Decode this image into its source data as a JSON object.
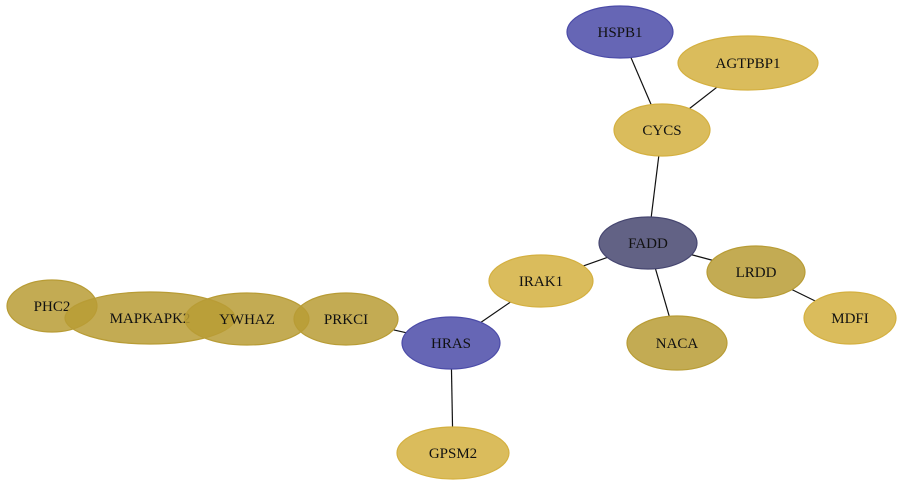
{
  "colors": {
    "gold": "#d4b040",
    "gold_muted": "#b89c35",
    "blue": "#4b4ba8",
    "slate_blue": "#464670"
  },
  "nodes": [
    {
      "id": "HSPB1",
      "label": "HSPB1",
      "color": "blue"
    },
    {
      "id": "AGTPBP1",
      "label": "AGTPBP1",
      "color": "gold"
    },
    {
      "id": "CYCS",
      "label": "CYCS",
      "color": "gold"
    },
    {
      "id": "FADD",
      "label": "FADD",
      "color": "slate_blue"
    },
    {
      "id": "LRDD",
      "label": "LRDD",
      "color": "gold_muted"
    },
    {
      "id": "MDFI",
      "label": "MDFI",
      "color": "gold"
    },
    {
      "id": "NACA",
      "label": "NACA",
      "color": "gold_muted"
    },
    {
      "id": "IRAK1",
      "label": "IRAK1",
      "color": "gold"
    },
    {
      "id": "HRAS",
      "label": "HRAS",
      "color": "blue"
    },
    {
      "id": "GPSM2",
      "label": "GPSM2",
      "color": "gold"
    },
    {
      "id": "PRKCI",
      "label": "PRKCI",
      "color": "gold_muted"
    },
    {
      "id": "YWHAZ",
      "label": "YWHAZ",
      "color": "gold_muted"
    },
    {
      "id": "MAPKAPK2",
      "label": "MAPKAPK2",
      "color": "gold_muted"
    },
    {
      "id": "PHC2",
      "label": "PHC2",
      "color": "gold_muted"
    }
  ],
  "edges": [
    [
      "HSPB1",
      "CYCS"
    ],
    [
      "AGTPBP1",
      "CYCS"
    ],
    [
      "CYCS",
      "FADD"
    ],
    [
      "FADD",
      "LRDD"
    ],
    [
      "LRDD",
      "MDFI"
    ],
    [
      "FADD",
      "NACA"
    ],
    [
      "FADD",
      "IRAK1"
    ],
    [
      "IRAK1",
      "HRAS"
    ],
    [
      "HRAS",
      "GPSM2"
    ],
    [
      "HRAS",
      "PRKCI"
    ]
  ]
}
